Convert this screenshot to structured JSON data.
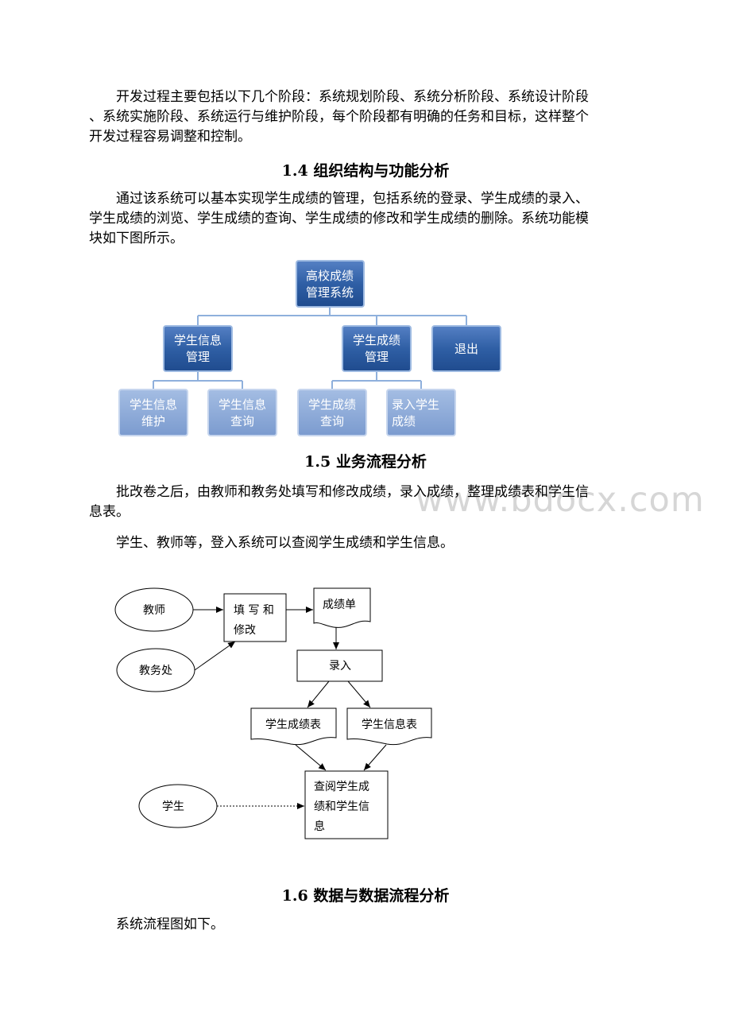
{
  "intro_paragraph": {
    "line1": "开发过程主要包括以下几个阶段：系统规划阶段、系统分析阶段、系统设计阶段",
    "line2": "、系统实施阶段、系统运行与维护阶段，每个阶段都有明确的任务和目标，这样整个",
    "line3": "开发过程容易调整和控制。"
  },
  "section_1_4": {
    "title": "1.4 组织结构与功能分析",
    "line1": "通过该系统可以基本实现学生成绩的管理，包括系统的登录、学生成绩的录入、",
    "line2": "学生成绩的浏览、学生成绩的查询、学生成绩的修改和学生成绩的删除。系统功能模",
    "line3": "块如下图所示。"
  },
  "org_chart": {
    "root": [
      "高校成绩",
      "管理系统"
    ],
    "level1": [
      [
        "学生信息",
        "管理"
      ],
      [
        "学生成绩",
        "管理"
      ],
      [
        "退出"
      ]
    ],
    "level2": [
      [
        "学生信息",
        "维护"
      ],
      [
        "学生信息",
        "查询"
      ],
      [
        "学生成绩",
        "查询"
      ],
      [
        "录入学生",
        "成绩"
      ]
    ],
    "colors": {
      "dark_box": "#2f5fa5",
      "light_box": "#7f9fd0",
      "line": "#7fa0d0"
    }
  },
  "section_1_5": {
    "title": "1.5 业务流程分析",
    "para1_line1": "批改卷之后，由教师和教务处填写和修改成绩，录入成绩，整理成绩表和学生信",
    "para1_line2": "息表。",
    "para2": "学生、教师等，登入系统可以查阅学生成绩和学生信息。"
  },
  "watermark": "www.bdocx.com",
  "flow_chart": {
    "teacher": "教师",
    "office": "教务处",
    "student": "学生",
    "fill_modify": [
      "填 写 和",
      "修改"
    ],
    "grade_sheet": "成绩单",
    "enter": "录入",
    "grade_table": "学生成绩表",
    "info_table": "学生信息表",
    "lookup": [
      "查阅学生成",
      "绩和学生信",
      "息"
    ]
  },
  "section_1_6": {
    "title": "1.6 数据与数据流程分析",
    "text": "系统流程图如下。"
  }
}
